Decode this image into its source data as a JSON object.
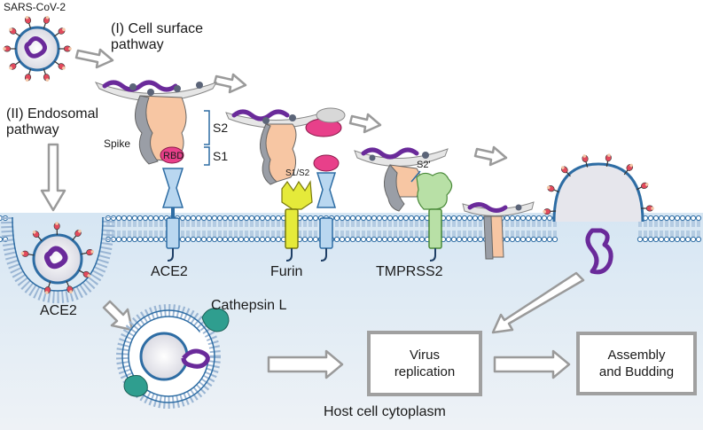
{
  "labels": {
    "virus": "SARS-CoV-2",
    "cell_surface": "(I) Cell surface\n pathway",
    "endosomal": "(II) Endosomal\n pathway",
    "spike": "Spike",
    "s2": "S2",
    "s1": "S1",
    "rbd": "RBD",
    "s1s2": "S1/S2",
    "s2prime": "S2'",
    "ace2_surface": "ACE2",
    "furin": "Furin",
    "tmprss2": "TMPRSS2",
    "ace2_endo": "ACE2",
    "cathepsin": "Cathepsin L",
    "host": "Host cell cytoplasm"
  },
  "boxes": {
    "replication": "Virus\nreplication",
    "assembly": "Assembly\nand Budding"
  },
  "colors": {
    "membrane_blue": "#2e6da4",
    "cytoplasm": "#dde9f4",
    "spike": "#f7c6a3",
    "rbd": "#e8408a",
    "ace2": "#b9d7f0",
    "furin": "#e5ea3a",
    "tmprss2": "#b8e0a6",
    "viral_rna": "#6a2a9a",
    "cathepsin": "#2f9e8f",
    "arrow": "#9a9a9a"
  }
}
